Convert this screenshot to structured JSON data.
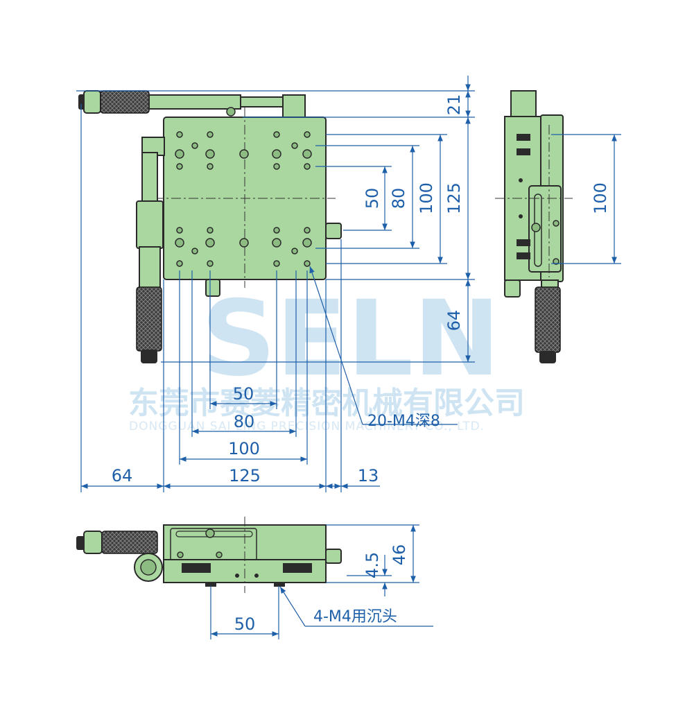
{
  "watermark": {
    "logo": "SELN",
    "company_cn": "东莞市赛菱精密机械有限公司",
    "company_en": "DONGGUAN SAI LING PRECISION MACHINERY CO., LTD."
  },
  "top_view": {
    "right_dims": [
      "21",
      "125",
      "100",
      "80",
      "50",
      "64"
    ],
    "bottom_dims": [
      "50",
      "80",
      "100",
      "125",
      "64",
      "13"
    ],
    "hole_note": "20-M4深8"
  },
  "side_view": {
    "dims": [
      "100"
    ]
  },
  "front_view": {
    "dims": [
      "46",
      "4.5",
      "50"
    ],
    "hole_note": "4-M4用沉头"
  },
  "colors": {
    "body": "#a9d79f",
    "dimension": "#1d5fa8",
    "knurl": "#3a3a3a"
  }
}
